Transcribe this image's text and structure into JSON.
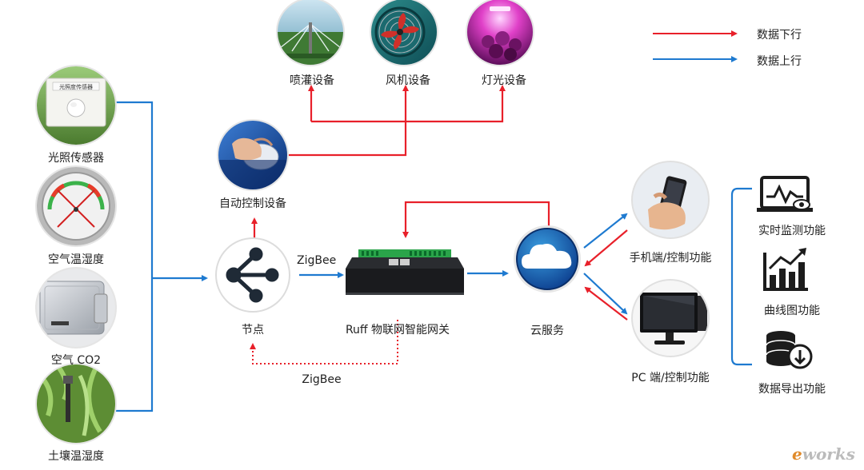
{
  "legend": {
    "down_label": "数据下行",
    "up_label": "数据上行",
    "down_color": "#e8202a",
    "up_color": "#1e7ad0"
  },
  "sensors": [
    {
      "label": "光照传感器",
      "icon": "light-sensor-photo",
      "plate_text": "光照度传感器"
    },
    {
      "label": "空气温湿度",
      "icon": "hygrometer-photo"
    },
    {
      "label": "空气 CO2",
      "icon": "co2-sensor-photo"
    },
    {
      "label": "土壤温湿度",
      "icon": "soil-sensor-photo"
    }
  ],
  "actuators": [
    {
      "label": "喷灌设备",
      "icon": "sprinkler-photo"
    },
    {
      "label": "风机设备",
      "icon": "fan-photo"
    },
    {
      "label": "灯光设备",
      "icon": "grow-light-photo"
    }
  ],
  "auto_control": {
    "label": "自动控制设备",
    "icon": "mouse-hand-photo"
  },
  "node": {
    "label": "节点",
    "icon": "share-icon"
  },
  "gateway": {
    "label": "Ruff 物联网智能网关",
    "icon": "gateway-device"
  },
  "cloud": {
    "label": "云服务",
    "icon": "cloud-icon"
  },
  "zigbee_top": "ZigBee",
  "zigbee_bottom": "ZigBee",
  "clients": [
    {
      "label": "手机端/控制功能",
      "icon": "phone-hand-photo"
    },
    {
      "label": "PC 端/控制功能",
      "icon": "monitor-photo"
    }
  ],
  "functions": [
    {
      "label": "实时监测功能",
      "icon": "monitor-eye-icon"
    },
    {
      "label": "曲线图功能",
      "icon": "bar-chart-icon"
    },
    {
      "label": "数据导出功能",
      "icon": "database-export-icon"
    }
  ],
  "watermark": {
    "prefix": "e",
    "rest": "works"
  }
}
